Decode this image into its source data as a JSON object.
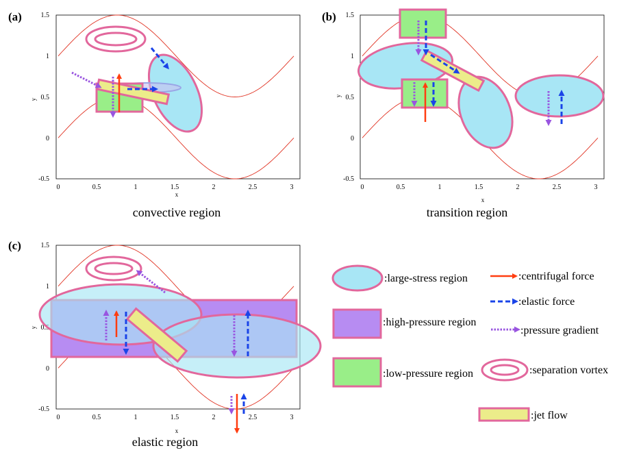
{
  "panels": [
    {
      "id": "a",
      "label": "(a)",
      "title": "convective region",
      "xlabel": "x",
      "ylabel": "y",
      "xticks": [
        "0",
        "0.5",
        "1",
        "1.5",
        "2",
        "2.5",
        "3"
      ],
      "yticks": [
        "1.5",
        "1",
        "0.5",
        "0",
        "-0.5"
      ]
    },
    {
      "id": "b",
      "label": "(b)",
      "title": "transition region",
      "xlabel": "x",
      "ylabel": "y",
      "xticks": [
        "0",
        "0.5",
        "1",
        "1.5",
        "2",
        "2.5",
        "3"
      ],
      "yticks": [
        "1.5",
        "1",
        "0.5",
        "0",
        "-0.5"
      ]
    },
    {
      "id": "c",
      "label": "(c)",
      "title": "elastic region",
      "xlabel": "x",
      "ylabel": "y",
      "xticks": [
        "0",
        "0.5",
        "1",
        "1.5",
        "2",
        "2.5",
        "3"
      ],
      "yticks": [
        "1.5",
        "1",
        "0.5",
        "0",
        "-0.5"
      ]
    }
  ],
  "legend": {
    "large_stress": ":large-stress region",
    "centrifugal": ":centrifugal force",
    "elastic": ":elastic force",
    "high_pressure": ":high-pressure region",
    "pressure_gradient": ":pressure gradient",
    "low_pressure": ":low-pressure region",
    "separation_vortex": ":separation vortex",
    "jet_flow": ":jet flow"
  },
  "colors": {
    "wall_curve": "#e03020",
    "stress_fill": "#a8e6f5",
    "outline_pink": "#e2679c",
    "high_pressure_fill": "#b78cf2",
    "low_pressure_fill": "#99ee88",
    "jet_fill": "#ecec8a",
    "centrifugal_arrow": "#ff3d10",
    "elastic_arrow": "#1a44e8",
    "pressure_arrow": "#9955e0"
  }
}
